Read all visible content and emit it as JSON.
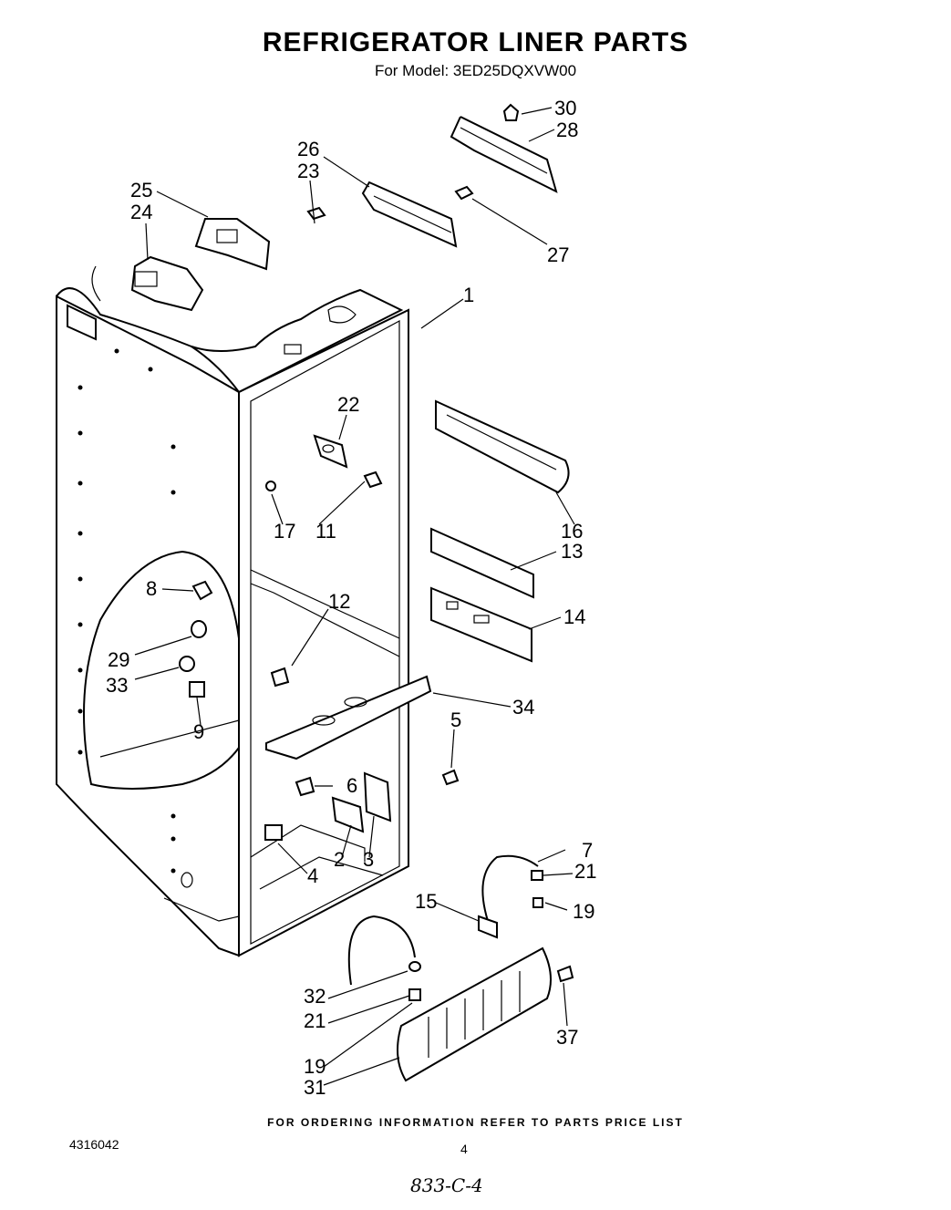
{
  "header": {
    "title": "REFRIGERATOR LINER PARTS",
    "model_line": "For Model: 3ED25DQXVW00"
  },
  "callouts": [
    {
      "id": "c30",
      "label": "30"
    },
    {
      "id": "c28",
      "label": "28"
    },
    {
      "id": "c26",
      "label": "26"
    },
    {
      "id": "c23",
      "label": "23"
    },
    {
      "id": "c25",
      "label": "25"
    },
    {
      "id": "c24",
      "label": "24"
    },
    {
      "id": "c27",
      "label": "27"
    },
    {
      "id": "c1",
      "label": "1"
    },
    {
      "id": "c22",
      "label": "22"
    },
    {
      "id": "c17",
      "label": "17"
    },
    {
      "id": "c11",
      "label": "11"
    },
    {
      "id": "c16",
      "label": "16"
    },
    {
      "id": "c13",
      "label": "13"
    },
    {
      "id": "c8",
      "label": "8"
    },
    {
      "id": "c12",
      "label": "12"
    },
    {
      "id": "c14",
      "label": "14"
    },
    {
      "id": "c29",
      "label": "29"
    },
    {
      "id": "c33",
      "label": "33"
    },
    {
      "id": "c34",
      "label": "34"
    },
    {
      "id": "c9",
      "label": "9"
    },
    {
      "id": "c5",
      "label": "5"
    },
    {
      "id": "c6",
      "label": "6"
    },
    {
      "id": "c7",
      "label": "7"
    },
    {
      "id": "c21a",
      "label": "21"
    },
    {
      "id": "c4",
      "label": "4"
    },
    {
      "id": "c2",
      "label": "2"
    },
    {
      "id": "c3",
      "label": "3"
    },
    {
      "id": "c15",
      "label": "15"
    },
    {
      "id": "c19a",
      "label": "19"
    },
    {
      "id": "c32",
      "label": "32"
    },
    {
      "id": "c21b",
      "label": "21"
    },
    {
      "id": "c37",
      "label": "37"
    },
    {
      "id": "c19b",
      "label": "19"
    },
    {
      "id": "c31",
      "label": "31"
    }
  ],
  "footer": {
    "ordering_note": "FOR ORDERING INFORMATION REFER TO PARTS PRICE LIST",
    "document_number": "4316042",
    "page_number": "4",
    "handwritten_note": "833-C-4"
  }
}
